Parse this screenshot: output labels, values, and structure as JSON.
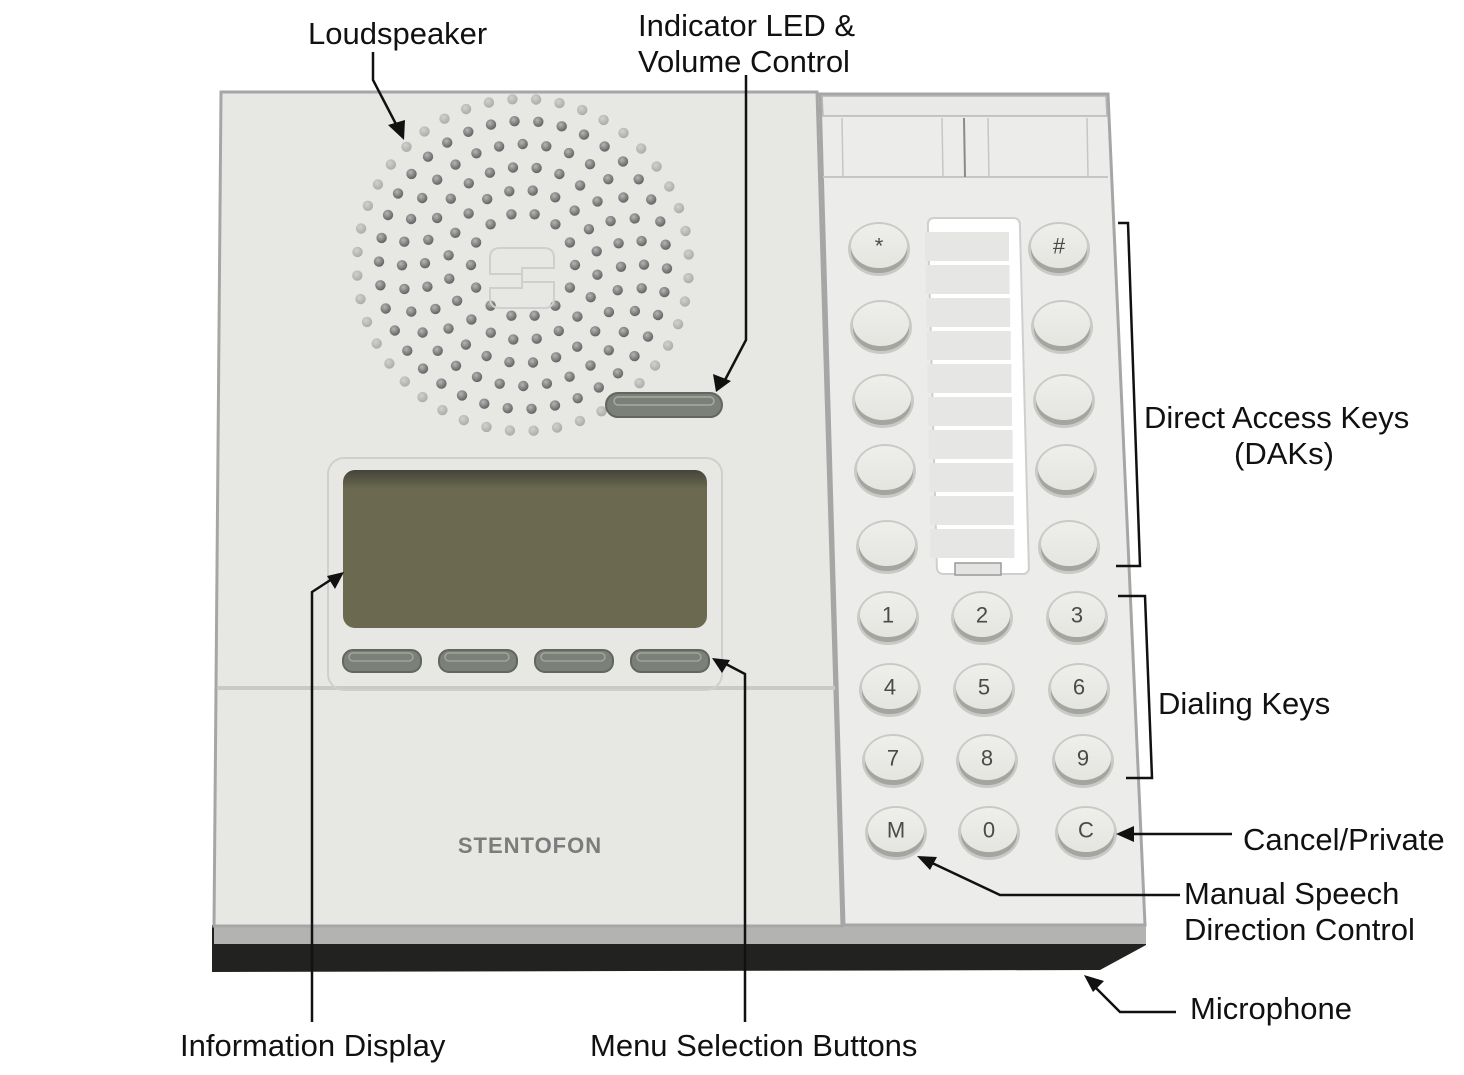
{
  "callouts": {
    "loudspeaker": "Loudspeaker",
    "indicator_line1": "Indicator LED &",
    "indicator_line2": "Volume Control",
    "daks_line1": "Direct Access Keys",
    "daks_line2": "(DAKs)",
    "dialing_keys": "Dialing Keys",
    "cancel_private": "Cancel/Private",
    "manual_line1": "Manual Speech",
    "manual_line2": "Direction Control",
    "microphone": "Microphone",
    "information_display": "Information Display",
    "menu_selection": "Menu Selection Buttons"
  },
  "device": {
    "brand": "STENTOFON",
    "dak_top_left": "*",
    "dak_top_right": "#",
    "dak_rows": 5,
    "menu_buttons": 4,
    "dial_keys": [
      [
        "1",
        "2",
        "3"
      ],
      [
        "4",
        "5",
        "6"
      ],
      [
        "7",
        "8",
        "9"
      ],
      [
        "M",
        "0",
        "C"
      ]
    ]
  },
  "colors": {
    "body": "#e7e8e4",
    "display": "#6b6a50",
    "led": "#7b8078",
    "base": "#222220",
    "brand_text": "#7c7c7c"
  }
}
